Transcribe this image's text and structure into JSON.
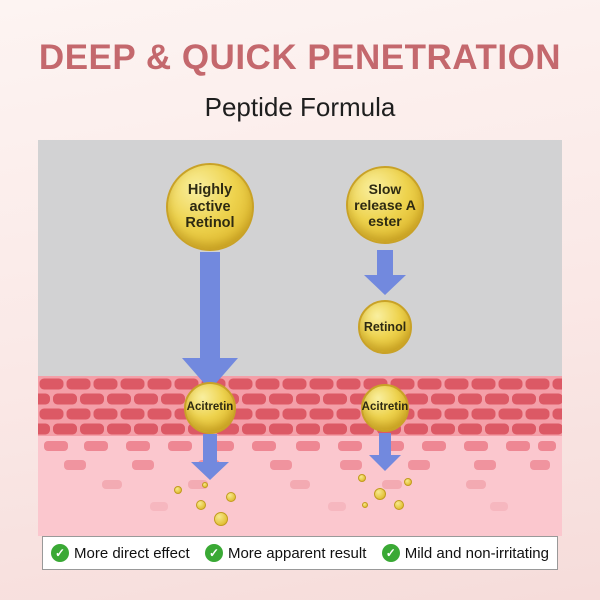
{
  "header": {
    "title": "DEEP & QUICK PENETRATION",
    "subtitle": "Peptide Formula"
  },
  "diagram": {
    "left_column": {
      "top_circle_label": "Highly active Retinol",
      "skin_circle_label": "Acitretin"
    },
    "right_column": {
      "top_circle_label": "Slow release A ester",
      "mid_circle_label": "Retinol",
      "skin_circle_label": "Acitretin"
    }
  },
  "benefits": [
    {
      "icon": "check-circle",
      "label": "More direct effect"
    },
    {
      "icon": "check-circle",
      "label": "More apparent result"
    },
    {
      "icon": "check-circle",
      "label": "Mild and non-irritating"
    }
  ],
  "colors": {
    "title": "#c4686d",
    "arrow_blue": "#7289de",
    "capsule_gold": "#e8c53e",
    "check_green": "#3aa935",
    "skin_brick": "#dc5965",
    "skin_mortar": "#f49fa8",
    "above_skin_gray": "#d2d2d3",
    "below_skin_pink": "#fbc7ce"
  }
}
